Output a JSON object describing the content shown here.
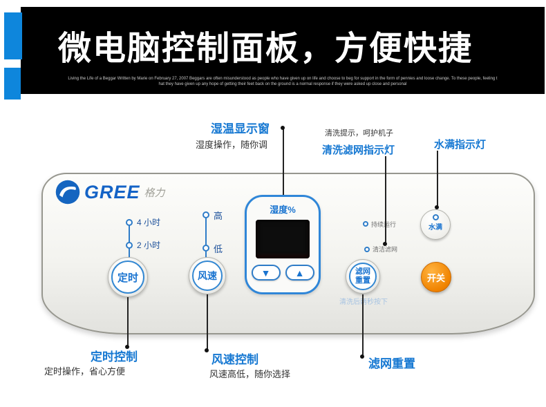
{
  "header": {
    "title": "微电脑控制面板，方便快捷",
    "sub1": "Living the Life of a Beggar Written by Marie on February 27, 2007 Beggars are often misunderstood as people who have given up on life and choose to beg for support in the form of pennies and loose change. To these people, feeling t",
    "sub2": "hat they have given up any hope of getting their feet back on the ground is a normal response if they were asked up close and personal"
  },
  "logo": {
    "brand": "GREE",
    "brand_cn": "格力"
  },
  "controls": {
    "timer": {
      "label": "定时",
      "ind1": "4 小时",
      "ind2": "2 小时"
    },
    "fan": {
      "label": "风速",
      "high": "高",
      "low": "低"
    },
    "display": {
      "label": "湿度%",
      "down": "▼",
      "up": "▲"
    },
    "filter": {
      "run": "持续运行",
      "clean": "清洁滤网",
      "btn1": "滤网",
      "btn2": "重置",
      "note": "清洗后两秒按下"
    },
    "water": {
      "label": "水满"
    },
    "power": {
      "label": "开关"
    }
  },
  "callouts": {
    "display_title": "湿温显示窗",
    "display_desc": "湿度操作，随你调",
    "filter_note": "清洗提示，呵护机子",
    "filter_title": "清洗滤网指示灯",
    "water_title": "水满指示灯",
    "timer_title": "定时控制",
    "timer_desc": "定时操作，省心方便",
    "fan_title": "风速控制",
    "fan_desc": "风速高低，随你选择",
    "reset_title": "滤网重置"
  },
  "colors": {
    "accent_blue": "#0e86dc",
    "callout_blue": "#1678d2",
    "button_blue": "#1a74d0",
    "power_orange": "#f08300",
    "line_black": "#222222"
  }
}
